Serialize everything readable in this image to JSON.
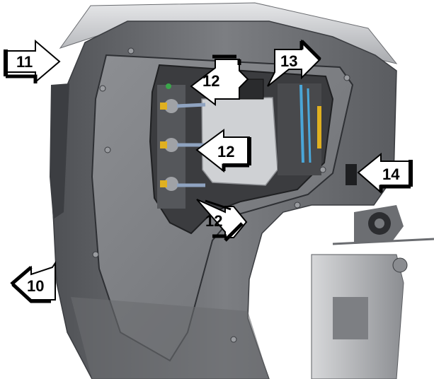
{
  "callouts": [
    {
      "id": "c10",
      "label": "10"
    },
    {
      "id": "c11",
      "label": "11"
    },
    {
      "id": "c12a",
      "label": "12"
    },
    {
      "id": "c12b",
      "label": "12"
    },
    {
      "id": "c12c",
      "label": "12"
    },
    {
      "id": "c13",
      "label": "13"
    },
    {
      "id": "c14",
      "label": "14"
    }
  ],
  "colors": {
    "cowl_dark": "#5e6064",
    "cowl_mid": "#8a8c90",
    "cowl_light": "#c9cbce",
    "engine_bay": "#3a3b3e",
    "hose_blue": "#4aa6d8",
    "accent_yellow": "#e0b020",
    "accent_green": "#3aa64a"
  }
}
